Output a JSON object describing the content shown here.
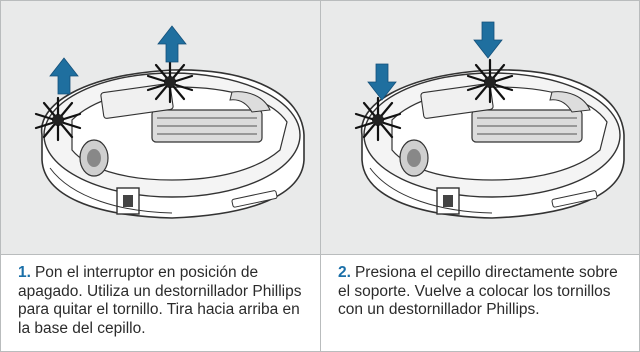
{
  "colors": {
    "accent": "#1a6fa8",
    "panel_bg": "#e9eaea",
    "border": "#b9bcbd",
    "arrow": "#1f6f9f"
  },
  "steps": [
    {
      "number": "1.",
      "text": "Pon el interruptor en posición de apagado. Utiliza un destornillador Phillips para quitar el tornillo. Tira hacia arriba en la base del cepillo.",
      "arrow_direction": "up"
    },
    {
      "number": "2.",
      "text": "Presiona el cepillo directamente sobre el soporte. Vuelve a colocar los tornillos con un destornillador Phillips.",
      "arrow_direction": "down"
    }
  ]
}
